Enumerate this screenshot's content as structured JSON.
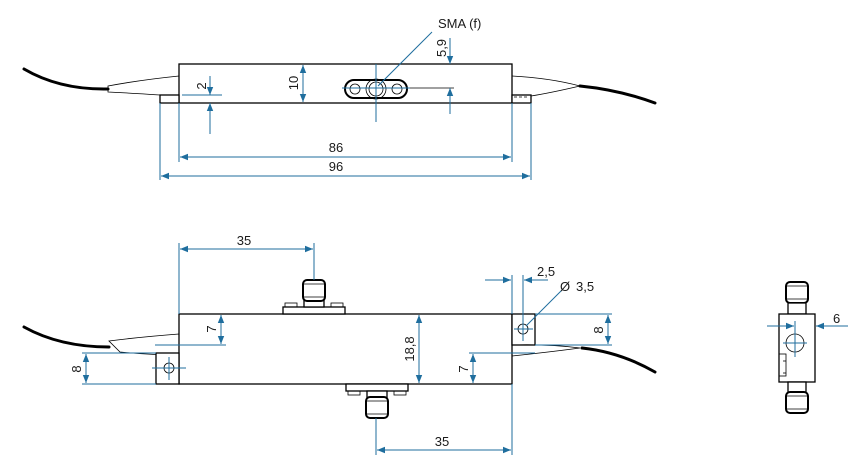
{
  "drawing": {
    "title": "Fiber-pigtailed module with SMA (f) RF connectors - dimensional drawing",
    "units": "mm",
    "colors": {
      "outline": "#000000",
      "dimension": "#1f6e9e",
      "background": "#ffffff"
    }
  },
  "top_view": {
    "connector_label": "SMA (f)",
    "dimensions": {
      "ledge_height": "2",
      "body_height": "10",
      "connector_offset": "5,9",
      "body_length": "86",
      "overall_length": "96"
    }
  },
  "front_view": {
    "dimensions": {
      "top_connector_offset": "35",
      "bottom_connector_offset": "35",
      "left_fiber_offset": "7",
      "right_fiber_offset": "7",
      "body_height": "18,8",
      "left_tab_height": "8",
      "right_tab_height": "8",
      "hole_offset": "2,5",
      "hole_diameter": "3,5",
      "diameter_symbol": "Ø"
    }
  },
  "side_view": {
    "dimensions": {
      "connector_offset": "6"
    }
  }
}
